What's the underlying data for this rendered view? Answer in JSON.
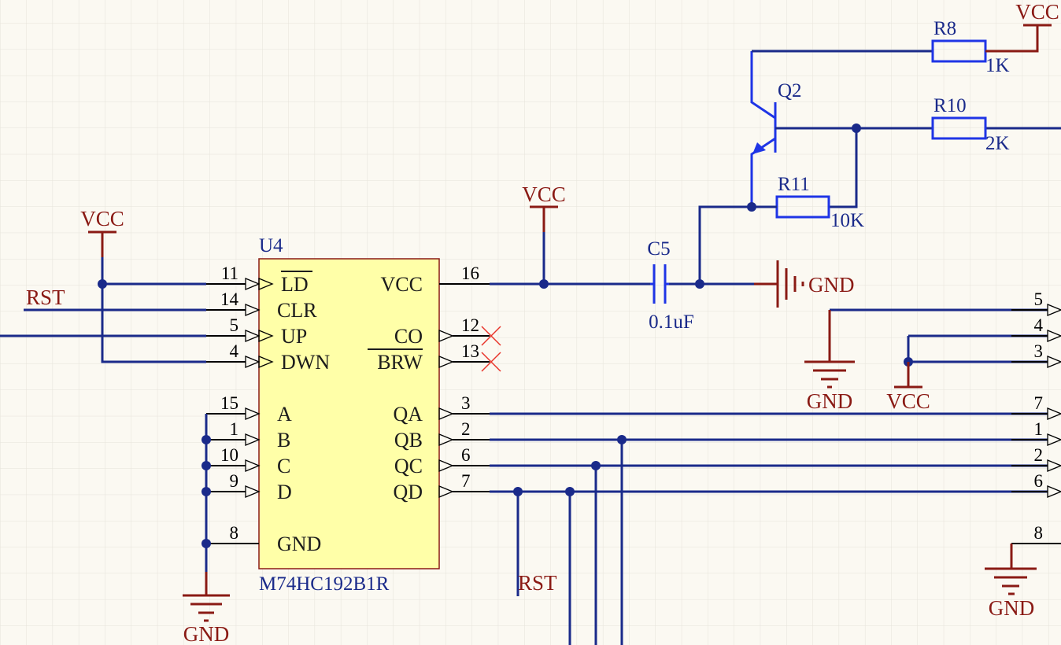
{
  "chip": {
    "designator": "U4",
    "part": "M74HC192B1R",
    "left_pins": [
      {
        "num": "11",
        "name": "LD",
        "overline": true
      },
      {
        "num": "14",
        "name": "CLR"
      },
      {
        "num": "5",
        "name": "UP"
      },
      {
        "num": "4",
        "name": "DWN"
      },
      {
        "num": "15",
        "name": "A"
      },
      {
        "num": "1",
        "name": "B"
      },
      {
        "num": "10",
        "name": "C"
      },
      {
        "num": "9",
        "name": "D"
      },
      {
        "num": "8",
        "name": "GND"
      }
    ],
    "right_pins": [
      {
        "num": "16",
        "name": "VCC"
      },
      {
        "num": "12",
        "name": "CO"
      },
      {
        "num": "13",
        "name": "BRW",
        "overline": true
      },
      {
        "num": "3",
        "name": "QA"
      },
      {
        "num": "2",
        "name": "QB"
      },
      {
        "num": "6",
        "name": "QC"
      },
      {
        "num": "7",
        "name": "QD"
      }
    ]
  },
  "components": {
    "r8": {
      "ref": "R8",
      "value": "1K"
    },
    "r10": {
      "ref": "R10",
      "value": "2K"
    },
    "r11": {
      "ref": "R11",
      "value": "10K"
    },
    "q2": {
      "ref": "Q2"
    },
    "c5": {
      "ref": "C5",
      "value": "0.1uF"
    }
  },
  "nets": {
    "vcc": "VCC",
    "gnd": "GND",
    "rst": "RST"
  },
  "right_connector": {
    "upper_pins": [
      "5",
      "4",
      "3"
    ],
    "lower_pins": [
      "7",
      "1",
      "2",
      "6"
    ],
    "bottom_pin": "8"
  },
  "colors": {
    "background": "#fbf9f2",
    "grid": "#e6e3da",
    "wire": "#1a2a8a",
    "component": "#1f35e6",
    "power_symbol": "#8a1a14",
    "chip_fill": "#ffffa8",
    "no_connect": "#e8342a"
  }
}
